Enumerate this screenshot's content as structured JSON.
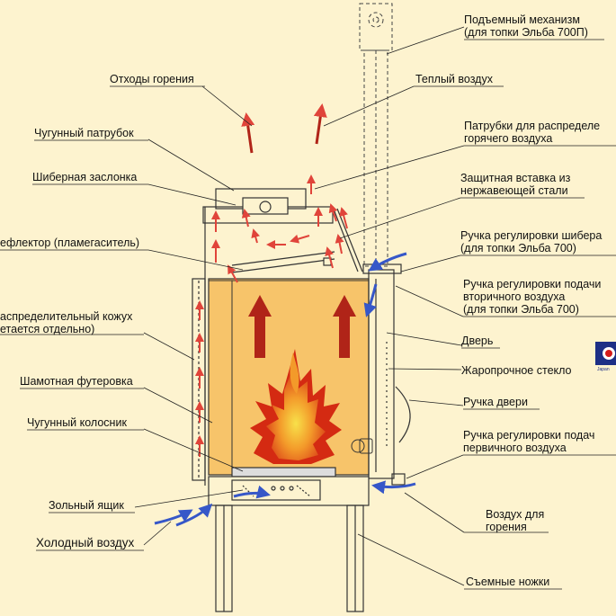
{
  "labels": {
    "lift_mechanism": [
      "Подъемный механизм",
      "(для топки Эльба 700П)"
    ],
    "combustion_waste": "Отходы горения",
    "warm_air": "Теплый воздух",
    "cast_iron_pipe": "Чугунный патрубок",
    "hot_air_pipes": [
      "Патрубки для распределе",
      "горячего воздуха"
    ],
    "damper": "Шиберная заслонка",
    "steel_insert": [
      "Защитная вставка из",
      "нержавеющей стали"
    ],
    "deflector": "ефлектор (пламегаситель)",
    "damper_handle": [
      "Ручка регулировки шибера",
      "(для топки Эльба 700)"
    ],
    "secondary_air_handle": [
      "Ручка регулировки подачи",
      "вторичного воздуха",
      "(для топки Эльба 700)"
    ],
    "casing": [
      "аспределительный кожух",
      "етается отдельно)"
    ],
    "door": "Дверь",
    "glass": "Жаропрочное стекло",
    "chamotte": "Шамотная футеровка",
    "door_handle": "Ручка двери",
    "grate": "Чугунный колосник",
    "primary_air_handle": [
      "Ручка регулировки подач",
      "первичного воздуха"
    ],
    "ash_box": "Зольный ящик",
    "combustion_air": [
      "Воздух для",
      "горения"
    ],
    "cold_air": "Холодный воздух",
    "legs": "Съемные ножки",
    "logo_caption": "Japan"
  },
  "colors": {
    "background": "#fdf3cf",
    "firebox": "#f7c46a",
    "hot_arrow": "#b02418",
    "warm_arrow": "#e0443a",
    "cold_arrow": "#3657c8",
    "flame_outer": "#d42a12",
    "flame_inner": "#f8e14a"
  }
}
